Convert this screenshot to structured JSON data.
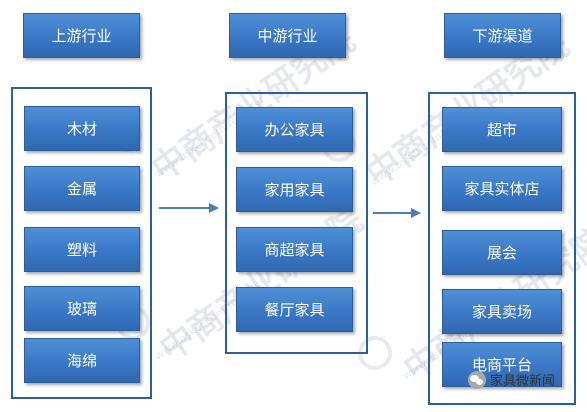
{
  "headers": {
    "upstream": "上游行业",
    "midstream": "中游行业",
    "downstream": "下游渠道"
  },
  "upstream_items": [
    "木材",
    "金属",
    "塑料",
    "玻璃",
    "海绵"
  ],
  "midstream_items": [
    "办公家具",
    "家用家具",
    "商超家具",
    "餐厅家具"
  ],
  "downstream_items": [
    "超市",
    "家具实体店",
    "展会",
    "家具卖场",
    "电商平台"
  ],
  "watermark": {
    "text": "中商产业研究院",
    "url": "www.askci.com/reports/"
  },
  "brand": {
    "label": "家具微新闻",
    "icon": "wechat-icon"
  },
  "colors": {
    "box_fill": "#3a78c6",
    "frame_border": "#2f5f9a",
    "arrow": "#4a7ebb"
  }
}
